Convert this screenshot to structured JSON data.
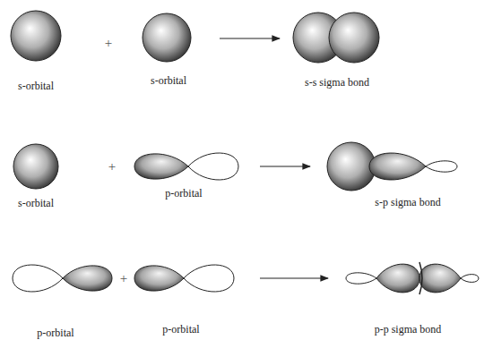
{
  "diagram": {
    "labels": [
      "s-orbital",
      "+",
      "s-orbital",
      "s-s sigma bond",
      "s-orbital",
      "+",
      "p-orbital",
      "s-p sigma bond",
      "p-orbital",
      "+",
      "p-orbital",
      "p-p sigma bond"
    ]
  }
}
